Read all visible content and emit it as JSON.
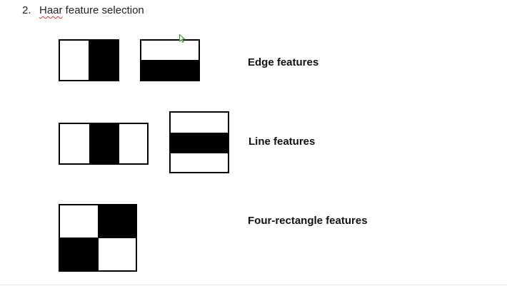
{
  "heading": {
    "number": "2.",
    "word_haar": "Haar",
    "rest": " feature selection"
  },
  "labels": {
    "edge": "Edge features",
    "line": "Line features",
    "four": "Four-rectangle features"
  },
  "colors": {
    "ink": "#000000",
    "spellcheck_underline": "#dd3333",
    "cursor": "#3a8f2a"
  },
  "icons": {
    "cursor": "mouse-pointer-icon"
  }
}
